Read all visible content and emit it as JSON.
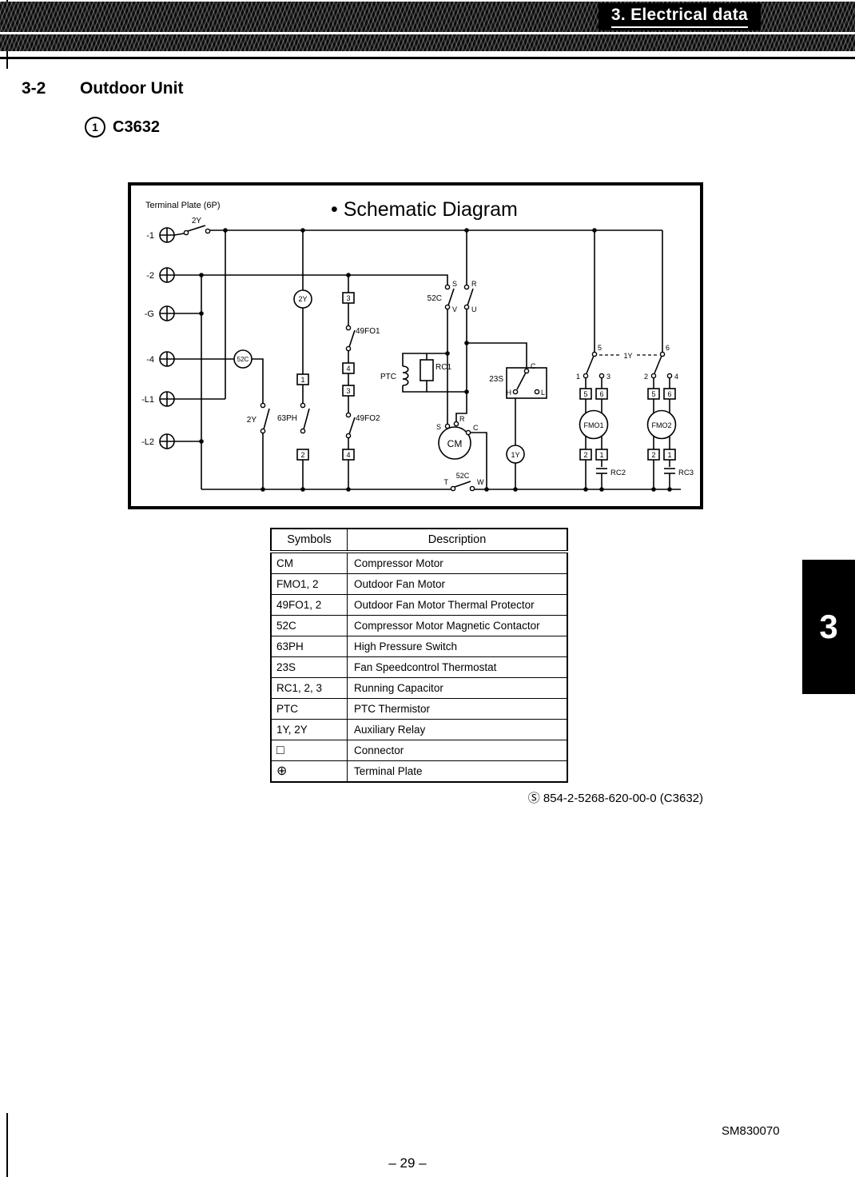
{
  "header": {
    "title": "3. Electrical data"
  },
  "section": {
    "number": "3-2",
    "title": "Outdoor Unit"
  },
  "subsection": {
    "marker": "1",
    "title": "C3632"
  },
  "schematic": {
    "corner_label": "Terminal Plate (6P)",
    "title": "• Schematic Diagram",
    "terminals": [
      "-1",
      "-2",
      "-G",
      "-4",
      "-L1",
      "-L2"
    ],
    "labels": {
      "y2": "2Y",
      "y1": "1Y",
      "c52": "52C",
      "ph": "63PH",
      "fo1": "49FO1",
      "fo2": "49FO2",
      "s": "S",
      "r": "R",
      "v": "V",
      "u": "U",
      "t": "T",
      "w": "W",
      "c": "C",
      "h": "H",
      "l": "L",
      "ptc": "PTC",
      "rc1": "RC1",
      "rc2": "RC2",
      "rc3": "RC3",
      "s23": "23S",
      "cm": "CM",
      "fmo1": "FMO1",
      "fmo2": "FMO2",
      "n1": "1",
      "n2": "2",
      "n3": "3",
      "n4": "4",
      "n5": "5",
      "n6": "6"
    }
  },
  "table": {
    "headers": [
      "Symbols",
      "Description"
    ],
    "rows": [
      {
        "symbol": "CM",
        "description": "Compressor Motor"
      },
      {
        "symbol": "FMO1, 2",
        "description": "Outdoor Fan Motor"
      },
      {
        "symbol": "49FO1, 2",
        "description": "Outdoor Fan Motor Thermal Protector"
      },
      {
        "symbol": "52C",
        "description": "Compressor Motor Magnetic Contactor"
      },
      {
        "symbol": "63PH",
        "description": "High Pressure Switch"
      },
      {
        "symbol": "23S",
        "description": "Fan Speedcontrol Thermostat"
      },
      {
        "symbol": "RC1, 2, 3",
        "description": "Running Capacitor"
      },
      {
        "symbol": "PTC",
        "description": "PTC Thermistor"
      },
      {
        "symbol": "1Y, 2Y",
        "description": "Auxiliary Relay"
      },
      {
        "symbol": "□",
        "description": "Connector"
      },
      {
        "symbol": "⊕",
        "description": "Terminal Plate"
      }
    ]
  },
  "part_number": "Ⓢ 854-2-5268-620-00-0 (C3632)",
  "side_tab": {
    "label": "3"
  },
  "footer": {
    "doc_code": "SM830070",
    "page": "– 29 –"
  }
}
